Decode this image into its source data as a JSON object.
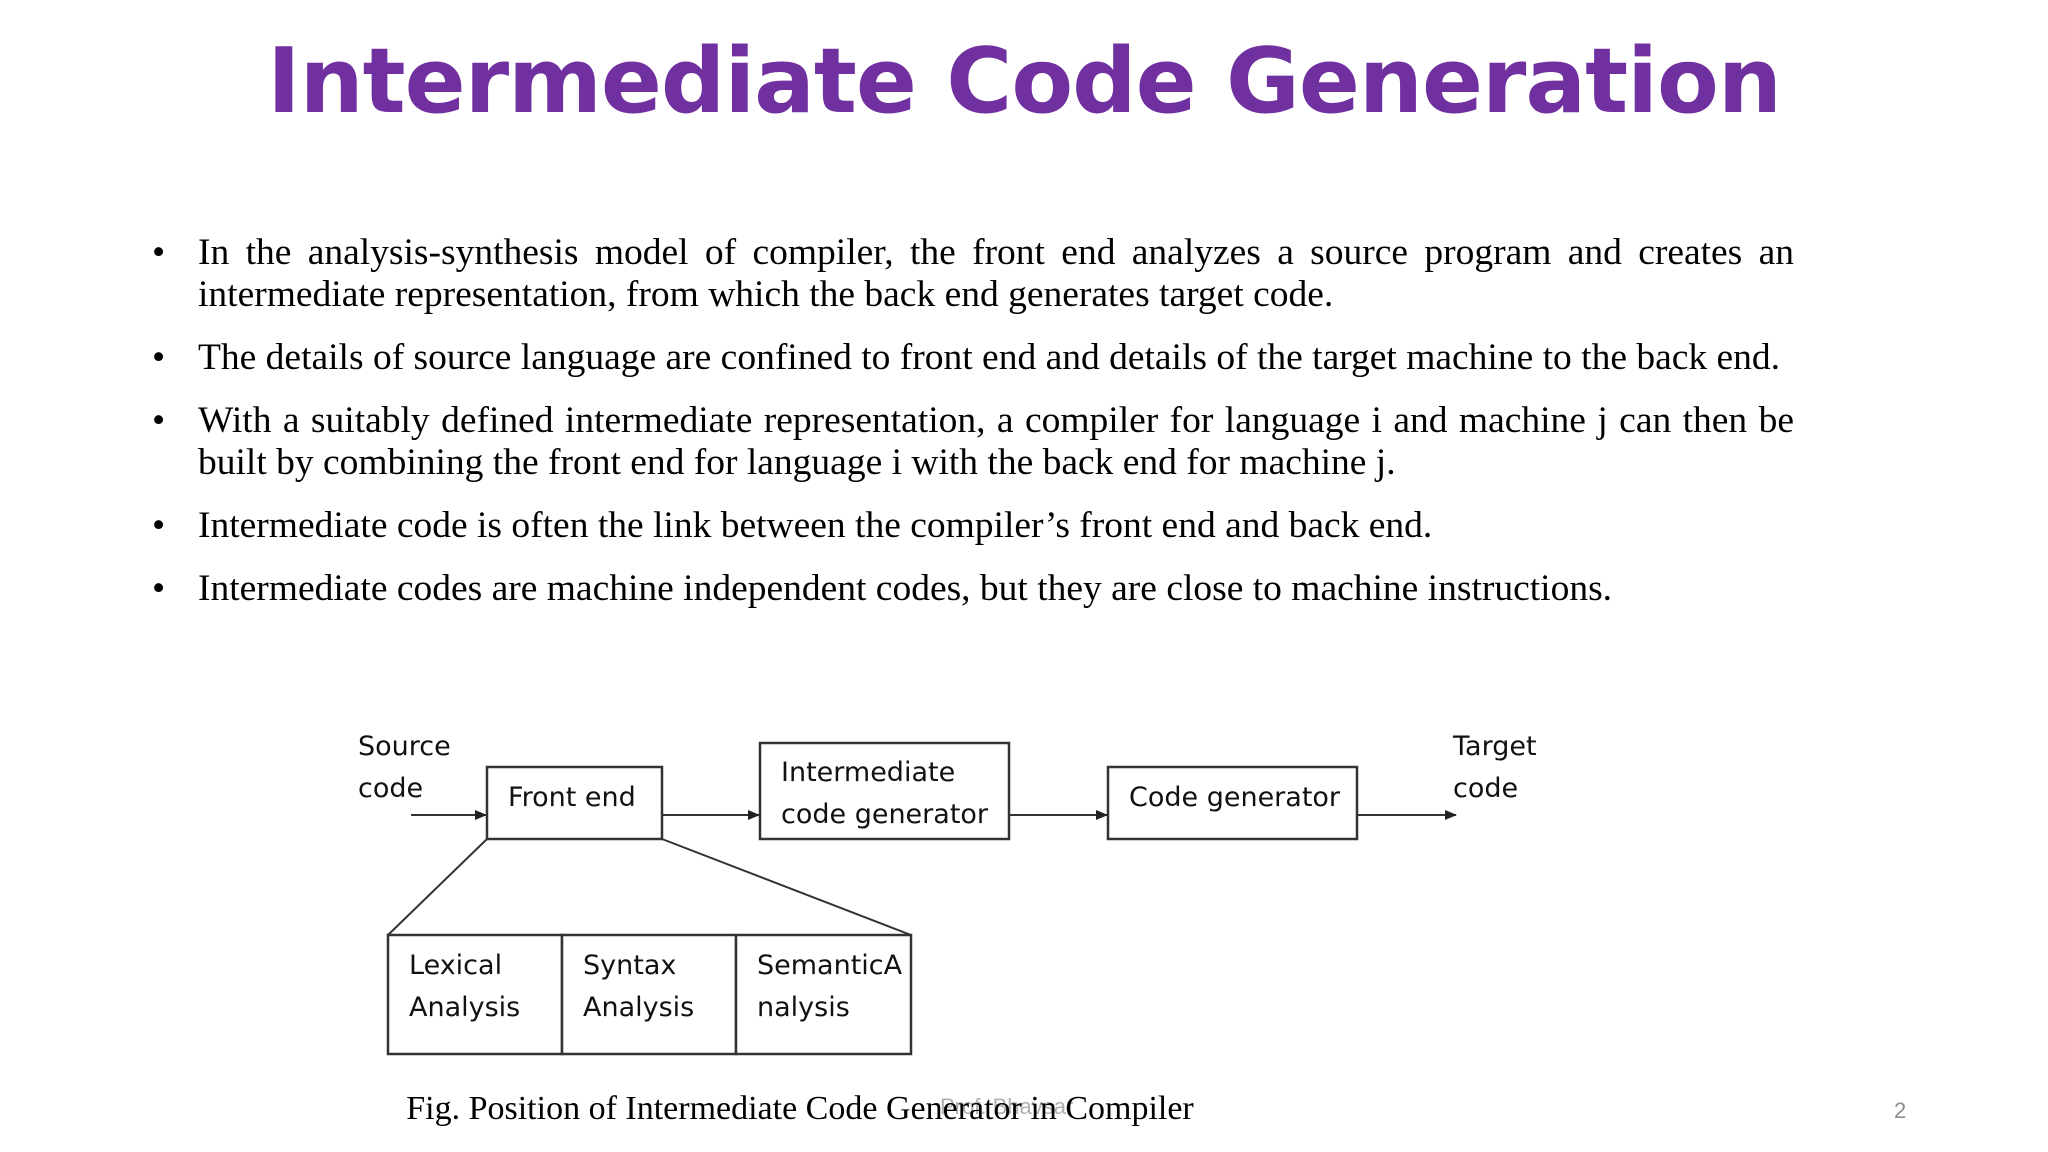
{
  "slide": {
    "title": "Intermediate Code Generation",
    "bullet_symbol": "•",
    "bullets": [
      "In the analysis-synthesis model of compiler, the front end analyzes a source program and creates an intermediate representation, from which the back end generates target code.",
      "The details of source language are confined to front end and details of the target machine to the back end.",
      "With a suitably defined intermediate representation,  a compiler for language i and machine j can then be built by combining the front end for language i with the back end for machine j.",
      "Intermediate code is often the link between the compiler’s front end and back end.",
      "Intermediate codes are machine independent codes, but they are close to machine instructions."
    ],
    "caption": "Fig. Position of Intermediate Code Generator in Compiler",
    "footer": "Prof. Bhavsar",
    "page_number": "2"
  },
  "diagram": {
    "source_line1": "Source",
    "source_line2": "code",
    "front_end": "Front end",
    "intermediate_line1": "Intermediate",
    "intermediate_line2": "code generator",
    "code_generator": "Code generator",
    "target_line1": "Target",
    "target_line2": "code",
    "lexical_line1": "Lexical",
    "lexical_line2": "Analysis",
    "syntax_line1": "Syntax",
    "syntax_line2": "Analysis",
    "semantic_line1": "SemanticA",
    "semantic_line2": "nalysis"
  }
}
